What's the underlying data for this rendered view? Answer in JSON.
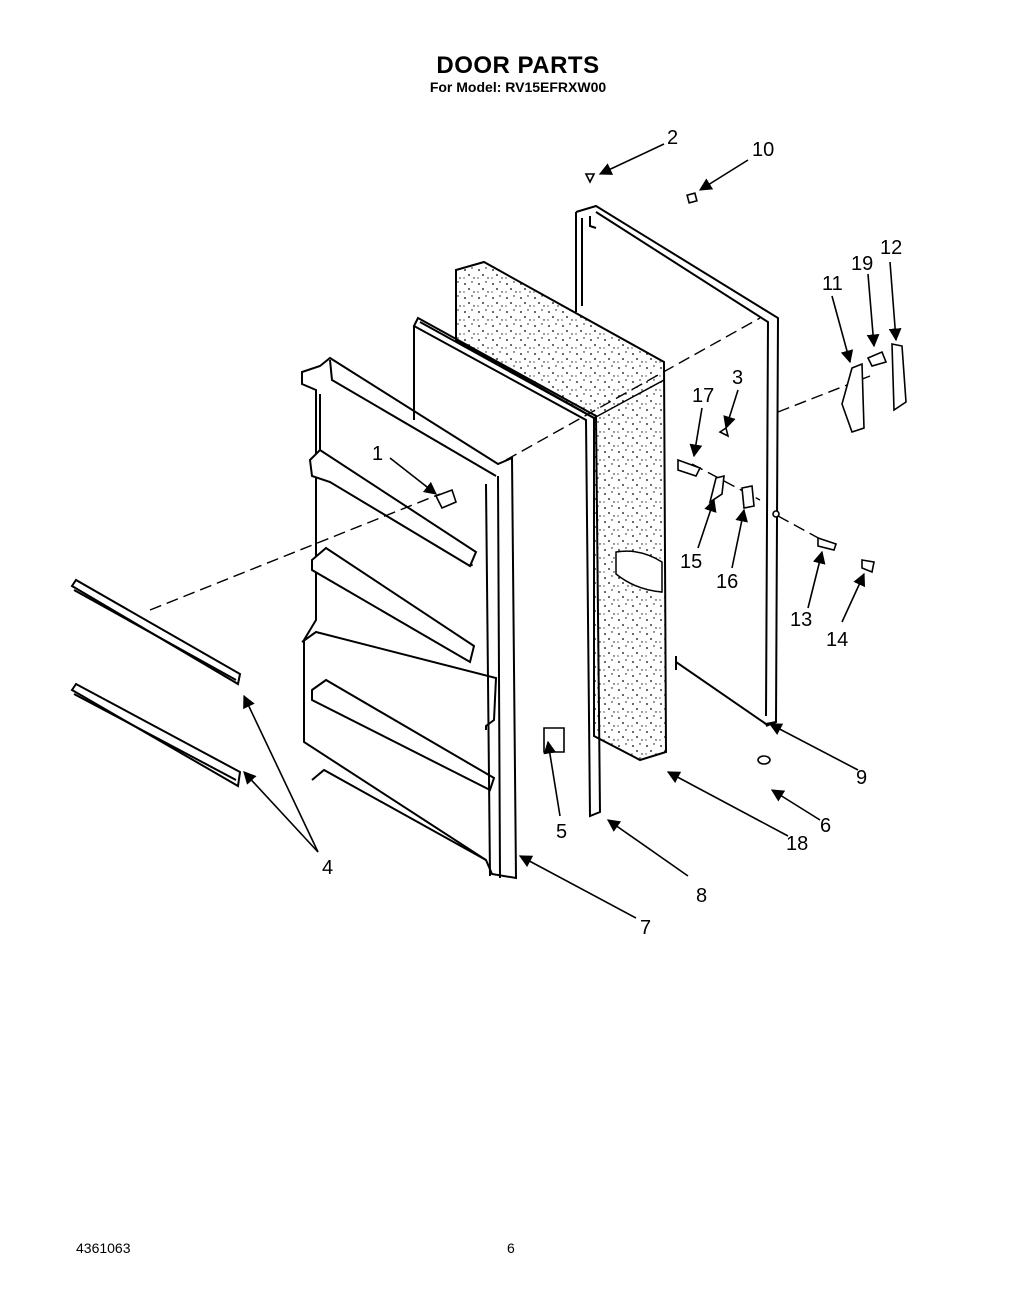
{
  "header": {
    "title": "DOOR PARTS",
    "subtitle": "For Model: RV15EFRXW00"
  },
  "footer": {
    "doc_number": "4361063",
    "page_number": "6"
  },
  "callouts": {
    "c1": "1",
    "c2": "2",
    "c3": "3",
    "c4": "4",
    "c5": "5",
    "c6": "6",
    "c7": "7",
    "c8": "8",
    "c9": "9",
    "c10": "10",
    "c11": "11",
    "c12": "12",
    "c13": "13",
    "c14": "14",
    "c15": "15",
    "c16": "16",
    "c17": "17",
    "c18": "18",
    "c19": "19"
  }
}
